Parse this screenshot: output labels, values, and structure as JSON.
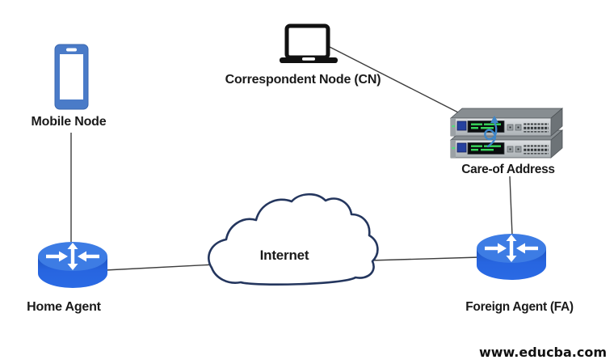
{
  "diagram": {
    "nodes": {
      "mobile_node": {
        "label": "Mobile Node",
        "icon": "smartphone-icon"
      },
      "correspondent_node": {
        "label": "Correspondent Node (CN)",
        "icon": "laptop-icon"
      },
      "care_of_address": {
        "label": "Care-of Address",
        "icon": "server-stack-icon"
      },
      "home_agent": {
        "label": "Home Agent",
        "icon": "router-icon"
      },
      "foreign_agent": {
        "label": "Foreign Agent (FA)",
        "icon": "router-icon"
      },
      "internet": {
        "label": "Internet",
        "icon": "cloud-icon"
      }
    },
    "connections": [
      {
        "from": "mobile_node",
        "to": "home_agent"
      },
      {
        "from": "correspondent_node",
        "to": "care_of_address"
      },
      {
        "from": "care_of_address",
        "to": "foreign_agent"
      },
      {
        "from": "home_agent",
        "to": "internet"
      },
      {
        "from": "internet",
        "to": "foreign_agent"
      }
    ],
    "colors": {
      "router_top_blue": "#3d7ce4",
      "router_body_blue": "#2463d6",
      "phone_blue": "#4a7bc8",
      "cloud_outline_navy": "#24365e",
      "connection_line": "#3d3d3d",
      "server_front_gray": "#c9cdd1",
      "server_top_gray": "#878d91",
      "server_led_green": "#3ad65c",
      "server_cable_blue": "#3e86c8",
      "laptop_black": "#111111",
      "label_text": "#1a1a1a"
    }
  },
  "watermark": {
    "text": "www.educba.com"
  }
}
